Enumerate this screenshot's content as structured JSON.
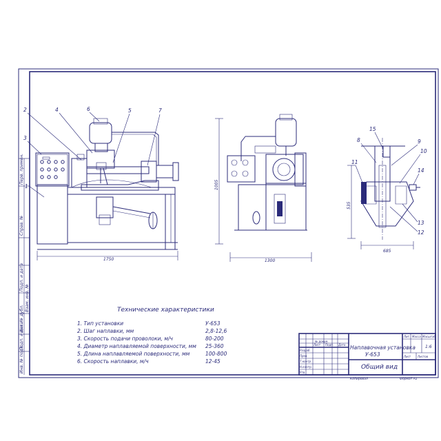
{
  "callouts_front": [
    "1",
    "2",
    "3",
    "4",
    "5",
    "6",
    "7"
  ],
  "callouts_detail": [
    "8",
    "9",
    "10",
    "11",
    "12",
    "13",
    "14",
    "15"
  ],
  "dimensions": {
    "front_width": "1750",
    "front_height": "1005",
    "side_width": "1300",
    "detail_height": "535",
    "detail_width": "685"
  },
  "tech": {
    "title": "Технические характеристики",
    "rows": [
      {
        "label": "1. Тип установки",
        "value": "У-653"
      },
      {
        "label": "2. Шаг наплавки, мм",
        "value": "2,8-12,6"
      },
      {
        "label": "3. Скорость подачи проволоки, м/ч",
        "value": "80-200"
      },
      {
        "label": "4. Диаметр наплавляемой поверхности, мм",
        "value": "25-360"
      },
      {
        "label": "5. Длина наплавляемой поверхности, мм",
        "value": "100-800"
      },
      {
        "label": "6. Скорость наплавки, м/ч",
        "value": "12-45"
      }
    ]
  },
  "title_block": {
    "name_line1": "Наплавочная установка",
    "name_line2": "У-653",
    "subtitle": "Общий вид",
    "lit_header": "Лит.",
    "mass_header": "Масса",
    "scale_header": "Масштаб",
    "scale_value": "1:6",
    "sheet": "Лист",
    "sheets": "Листов",
    "copied": "Копировал",
    "format": "Формат   А1",
    "col_headers": [
      "Изм.",
      "Лист",
      "№ докум.",
      "Подп.",
      "Дата"
    ],
    "roles": [
      "Разраб.",
      "Пров.",
      "Т.контр.",
      "Н.контр.",
      "Утв."
    ]
  },
  "side_stamps": [
    "Перв. примен.",
    "Справ. №",
    "Подп. и дата",
    "Инв. № дубл.",
    "Взам. инв. №",
    "Подп. и дата",
    "Инв. № подл."
  ]
}
